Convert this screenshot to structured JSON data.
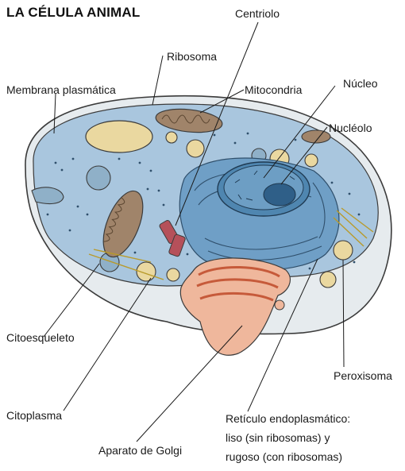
{
  "title": "LA CÉLULA ANIMAL",
  "labels": {
    "centriolo": "Centriolo",
    "ribosoma": "Ribosoma",
    "membrana": "Membrana plasmática",
    "mitocondria": "Mitocondria",
    "nucleo": "Núcleo",
    "nucleolo": "Nucléolo",
    "citoesqueleto": "Citoesqueleto",
    "peroxisoma": "Peroxisoma",
    "citoplasma": "Citoplasma",
    "reticulo_1": "Retículo endoplasmático:",
    "reticulo_2": "liso (sin ribosomas) y",
    "reticulo_3": "rugoso (con ribosomas)",
    "golgi": "Aparato de Golgi"
  },
  "colors": {
    "cytoplasm": "#a9c6de",
    "cell_rim": "#e6ebee",
    "nucleus": "#4f86b0",
    "er": "#6f9fc6",
    "mitochondria": "#a0846a",
    "vesicle": "#ead8a0",
    "golgi": "#efb79c",
    "lysosome": "#8fb0c8"
  }
}
